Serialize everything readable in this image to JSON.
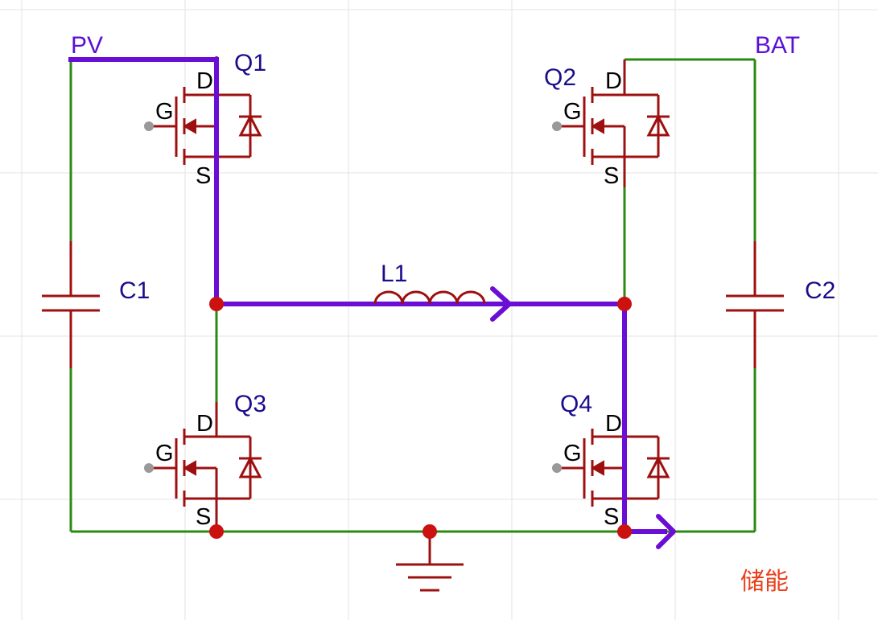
{
  "nets": {
    "pv": "PV",
    "bat": "BAT"
  },
  "components": {
    "q1": "Q1",
    "q2": "Q2",
    "q3": "Q3",
    "q4": "Q4",
    "c1": "C1",
    "c2": "C2",
    "l1": "L1"
  },
  "pins": {
    "drain": "D",
    "gate": "G",
    "source": "S"
  },
  "caption": "储能",
  "colors": {
    "wire": "#2a8a12",
    "symbol": "#9e1010",
    "current_path": "#6a0ed6",
    "junction": "#cc1111",
    "label": "#1a0d8c",
    "caption": "#e8401c"
  }
}
